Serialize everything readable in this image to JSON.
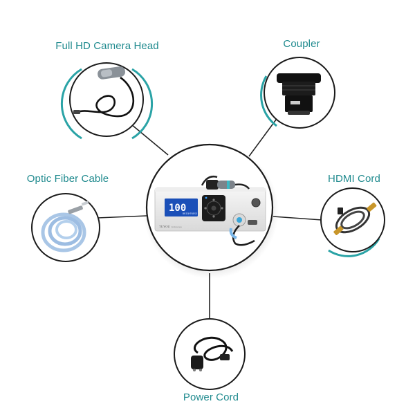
{
  "center_device": {
    "brand": "TUYOU",
    "model_line": "Endoscope",
    "display_value": "100",
    "display_sub": "BRIGHTNESS"
  },
  "accessories": [
    {
      "id": "camera-head",
      "label": "Full HD Camera Head",
      "icon": "camera-head-icon",
      "arc_color": "#2aa3a6"
    },
    {
      "id": "coupler",
      "label": "Coupler",
      "icon": "coupler-icon",
      "arc_color": "#2aa3a6"
    },
    {
      "id": "optic-fiber",
      "label": "Optic Fiber Cable",
      "icon": "fiber-cable-icon",
      "arc_color": "#2aa3a6"
    },
    {
      "id": "hdmi",
      "label": "HDMI Cord",
      "icon": "hdmi-cord-icon",
      "arc_color": "#2aa3a6"
    },
    {
      "id": "power",
      "label": "Power Cord",
      "icon": "power-cord-icon",
      "arc_color": "#e8751a"
    }
  ]
}
